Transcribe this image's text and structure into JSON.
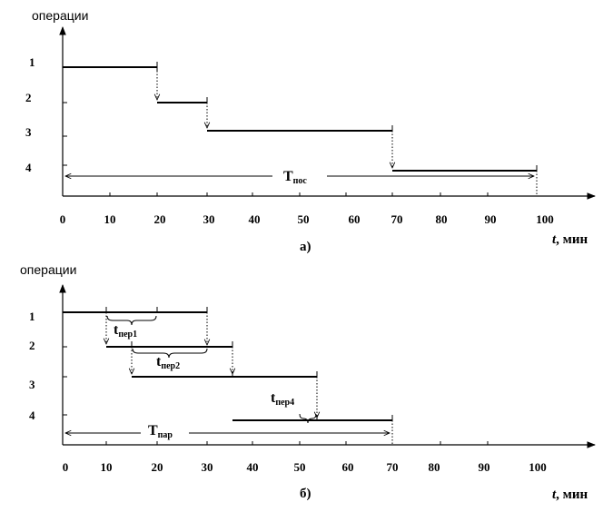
{
  "top": {
    "y_title": "операции",
    "x_title_t": "t",
    "x_title_unit": ", мин",
    "caption": "а)",
    "total_main": "T",
    "total_sub": "пос",
    "ops": [
      "1",
      "2",
      "3",
      "4"
    ],
    "ticks": [
      "0",
      "10",
      "20",
      "30",
      "40",
      "50",
      "60",
      "70",
      "80",
      "90",
      "100"
    ]
  },
  "bottom": {
    "y_title": "операции",
    "x_title_t": "t",
    "x_title_unit": ", мин",
    "caption": "б)",
    "total_main": "T",
    "total_sub": "пар",
    "ops": [
      "1",
      "2",
      "3",
      "4"
    ],
    "ticks": [
      "0",
      "10",
      "20",
      "30",
      "40",
      "50",
      "60",
      "70",
      "80",
      "90",
      "100"
    ],
    "t_per": [
      {
        "main": "t",
        "sub": "пер1"
      },
      {
        "main": "t",
        "sub": "пер2"
      },
      {
        "main": "t",
        "sub": "пер4"
      }
    ]
  },
  "chart_data": [
    {
      "type": "gantt",
      "series": [
        {
          "op": 1,
          "start": 0,
          "end": 20
        },
        {
          "op": 2,
          "start": 20,
          "end": 30
        },
        {
          "op": 3,
          "start": 30,
          "end": 70
        },
        {
          "op": 4,
          "start": 70,
          "end": 100
        }
      ],
      "total": [
        0,
        100
      ]
    },
    {
      "type": "gantt",
      "series": [
        {
          "op": 1,
          "start": 0,
          "end": 30
        },
        {
          "op": 2,
          "start": 9,
          "end": 36
        },
        {
          "op": 3,
          "start": 15,
          "end": 54
        },
        {
          "op": 4,
          "start": 36,
          "end": 70
        }
      ],
      "total": [
        0,
        70
      ]
    }
  ]
}
